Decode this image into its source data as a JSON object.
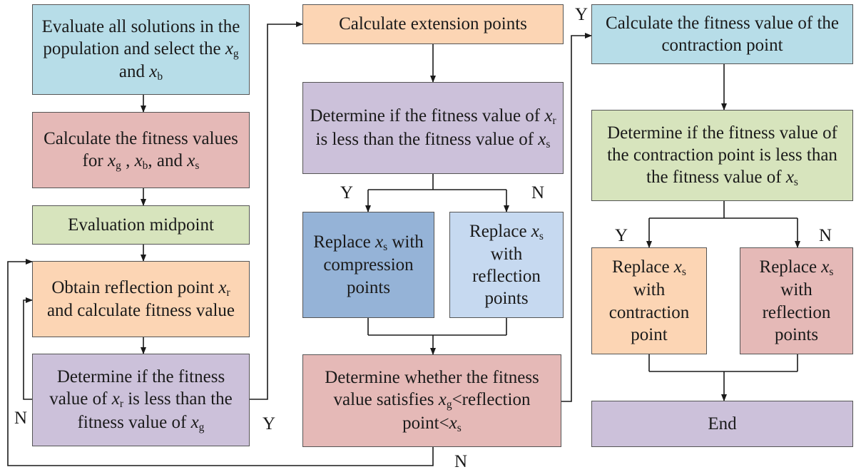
{
  "colors": {
    "blue": "#b7dde8",
    "red": "#e5b9b7",
    "green": "#d7e4bd",
    "orange": "#fcd5b4",
    "purple": "#ccc1da",
    "dark_blue": "#95b3d7",
    "light_blue": "#c6d9f0",
    "line": "#1a1a1a"
  },
  "nodes": {
    "evaluate_all": {
      "pre": "Evaluate all solutions in the population and select the ",
      "x1": "x",
      "s1": "g",
      "mid": " and ",
      "x2": "x",
      "s2": "b"
    },
    "calc_fitness": {
      "pre": "Calculate the fitness values for  ",
      "x1": "x",
      "s1": "g",
      "mid1": " , ",
      "x2": "x",
      "s2": "b",
      "mid2": ", and ",
      "x3": "x",
      "s3": "s"
    },
    "eval_mid": {
      "text": "Evaluation midpoint"
    },
    "reflection": {
      "pre": "Obtain reflection point ",
      "x": "x",
      "s": "r",
      "post": " and calculate fitness value"
    },
    "determine1": {
      "pre": "Determine if the fitness value of ",
      "x1": "x",
      "s1": "r",
      "mid": " is less than the fitness value of ",
      "x2": "x",
      "s2": "g"
    },
    "extension": {
      "text": "Calculate extension points"
    },
    "determine2": {
      "pre": "Determine if the fitness value of ",
      "x1": "x",
      "s1": "r",
      "mid": " is less than the fitness value of ",
      "x2": "x",
      "s2": "s"
    },
    "replace_comp": {
      "pre": "Replace ",
      "x": "x",
      "s": "s",
      "post": " with compression points"
    },
    "replace_refl1": {
      "pre": "Replace ",
      "x": "x",
      "s": "s",
      "post": " with reflection points"
    },
    "determine3": {
      "pre": "Determine whether the fitness value satisfies ",
      "x1": "x",
      "s1": "g",
      "mid": "<reflection point<",
      "x2": "x",
      "s2": "s"
    },
    "contraction_fit": {
      "text": "Calculate the fitness value of the contraction point"
    },
    "determine4": {
      "pre": "Determine if the fitness value of the contraction point is less than the fitness value of ",
      "x": "x",
      "s": "s"
    },
    "replace_contr": {
      "pre": "Replace ",
      "x": "x",
      "s": "s",
      "post": " with contraction point"
    },
    "replace_refl2": {
      "pre": "Replace ",
      "x": "x",
      "s": "s",
      "post": " with reflection points"
    },
    "end": {
      "text": "End"
    }
  },
  "labels": {
    "yes": "Y",
    "no": "N"
  }
}
